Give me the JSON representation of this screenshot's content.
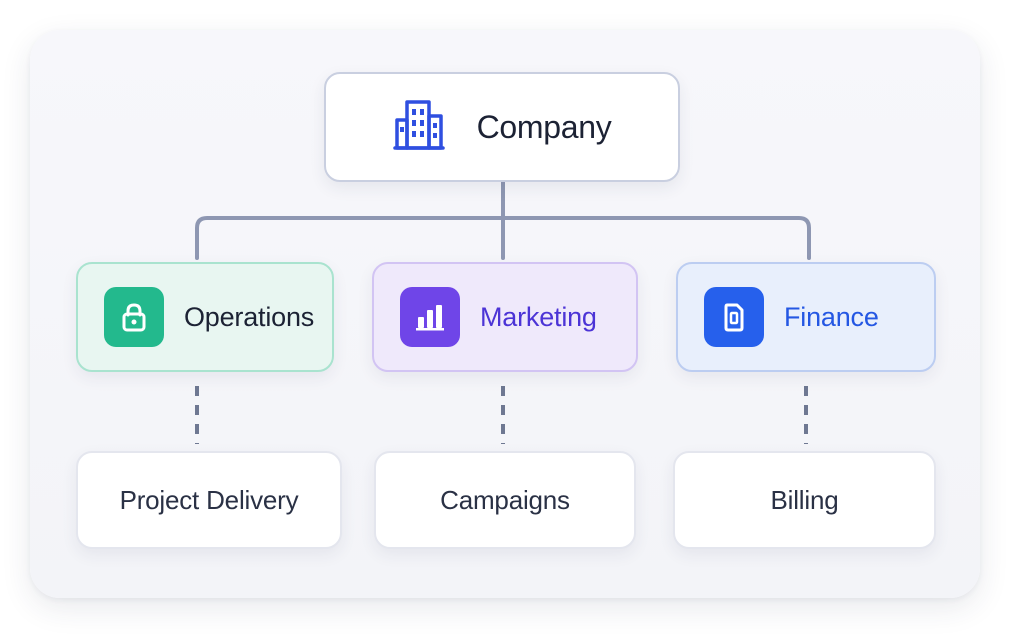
{
  "root": {
    "label": "Company",
    "icon": "building-icon",
    "accent": "#2f4fe0"
  },
  "departments": [
    {
      "label": "Operations",
      "icon": "lock-icon",
      "color": "#23b98d",
      "sub": {
        "label": "Project Delivery"
      }
    },
    {
      "label": "Marketing",
      "icon": "bar-chart-icon",
      "color": "#6f45e8",
      "sub": {
        "label": "Campaigns"
      }
    },
    {
      "label": "Finance",
      "icon": "wallet-icon",
      "color": "#2660ec",
      "sub": {
        "label": "Billing"
      }
    }
  ],
  "connectors": {
    "solid_color": "#8e97b2",
    "dashed_color": "#6e7892"
  }
}
